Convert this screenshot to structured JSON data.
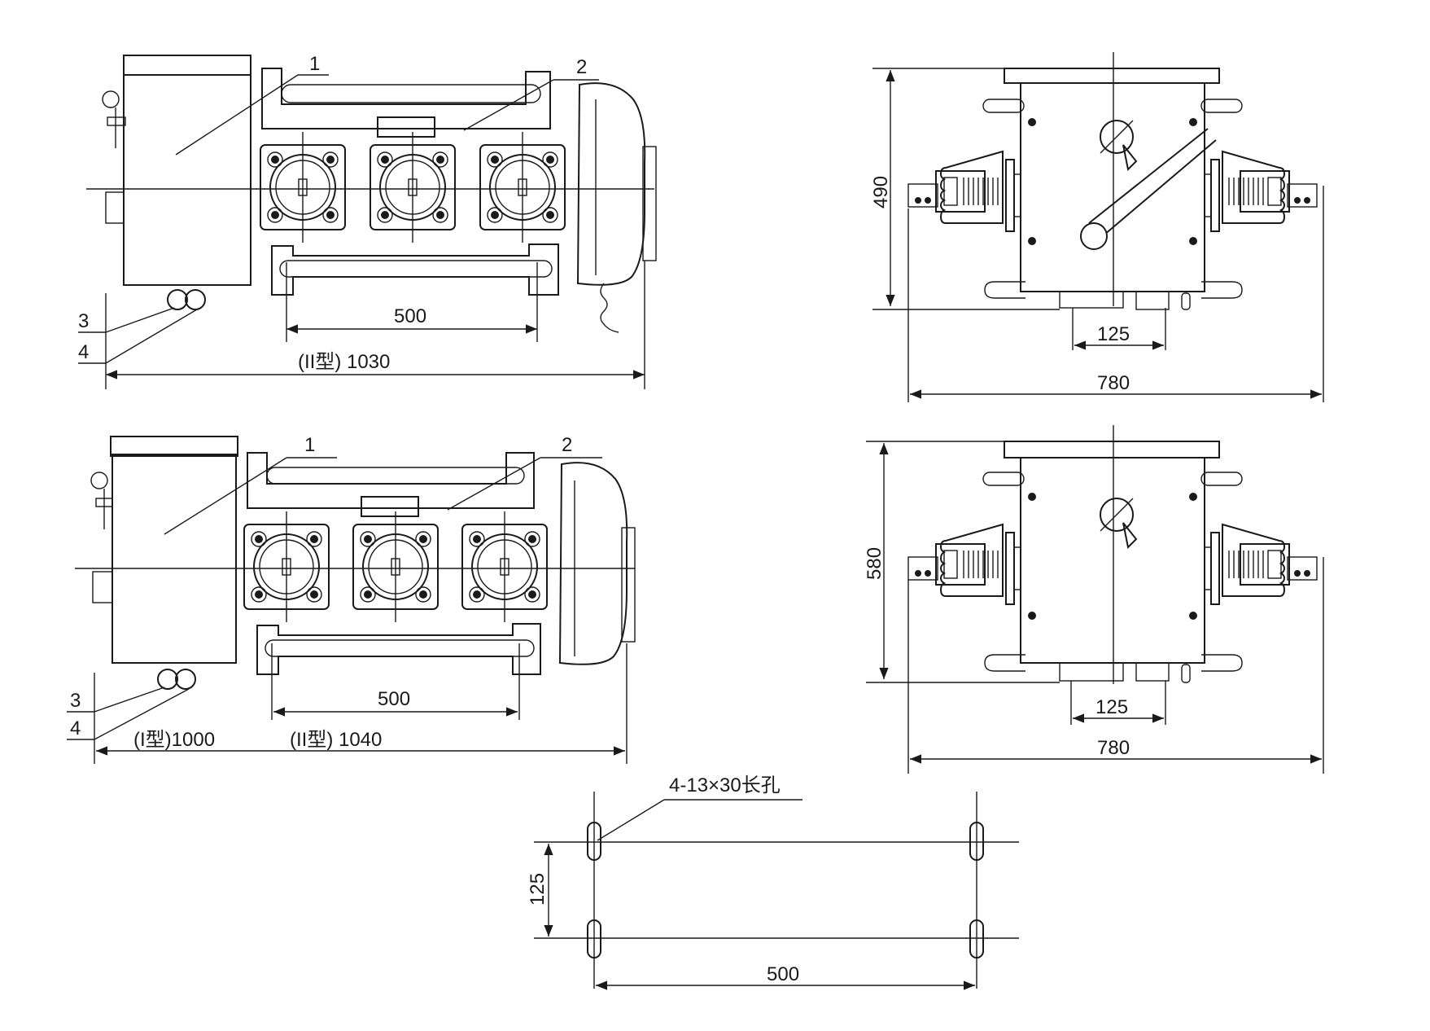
{
  "views": {
    "front_ii": {
      "part_labels": [
        "1",
        "2",
        "3",
        "4"
      ],
      "dim_mount": "500",
      "dim_length": "(II型) 1030"
    },
    "side_ii": {
      "dim_height": "490",
      "dim_mount": "125",
      "dim_width": "780"
    },
    "front_i": {
      "part_labels": [
        "1",
        "2",
        "3",
        "4"
      ],
      "dim_mount": "500",
      "dim_length_i": "(I型)1000",
      "dim_length_ii": "(II型) 1040"
    },
    "side_i": {
      "dim_height": "580",
      "dim_mount": "125",
      "dim_width": "780"
    },
    "mounting_plan": {
      "hole_note": "4-13×30长孔",
      "dim_height": "125",
      "dim_width": "500"
    }
  }
}
